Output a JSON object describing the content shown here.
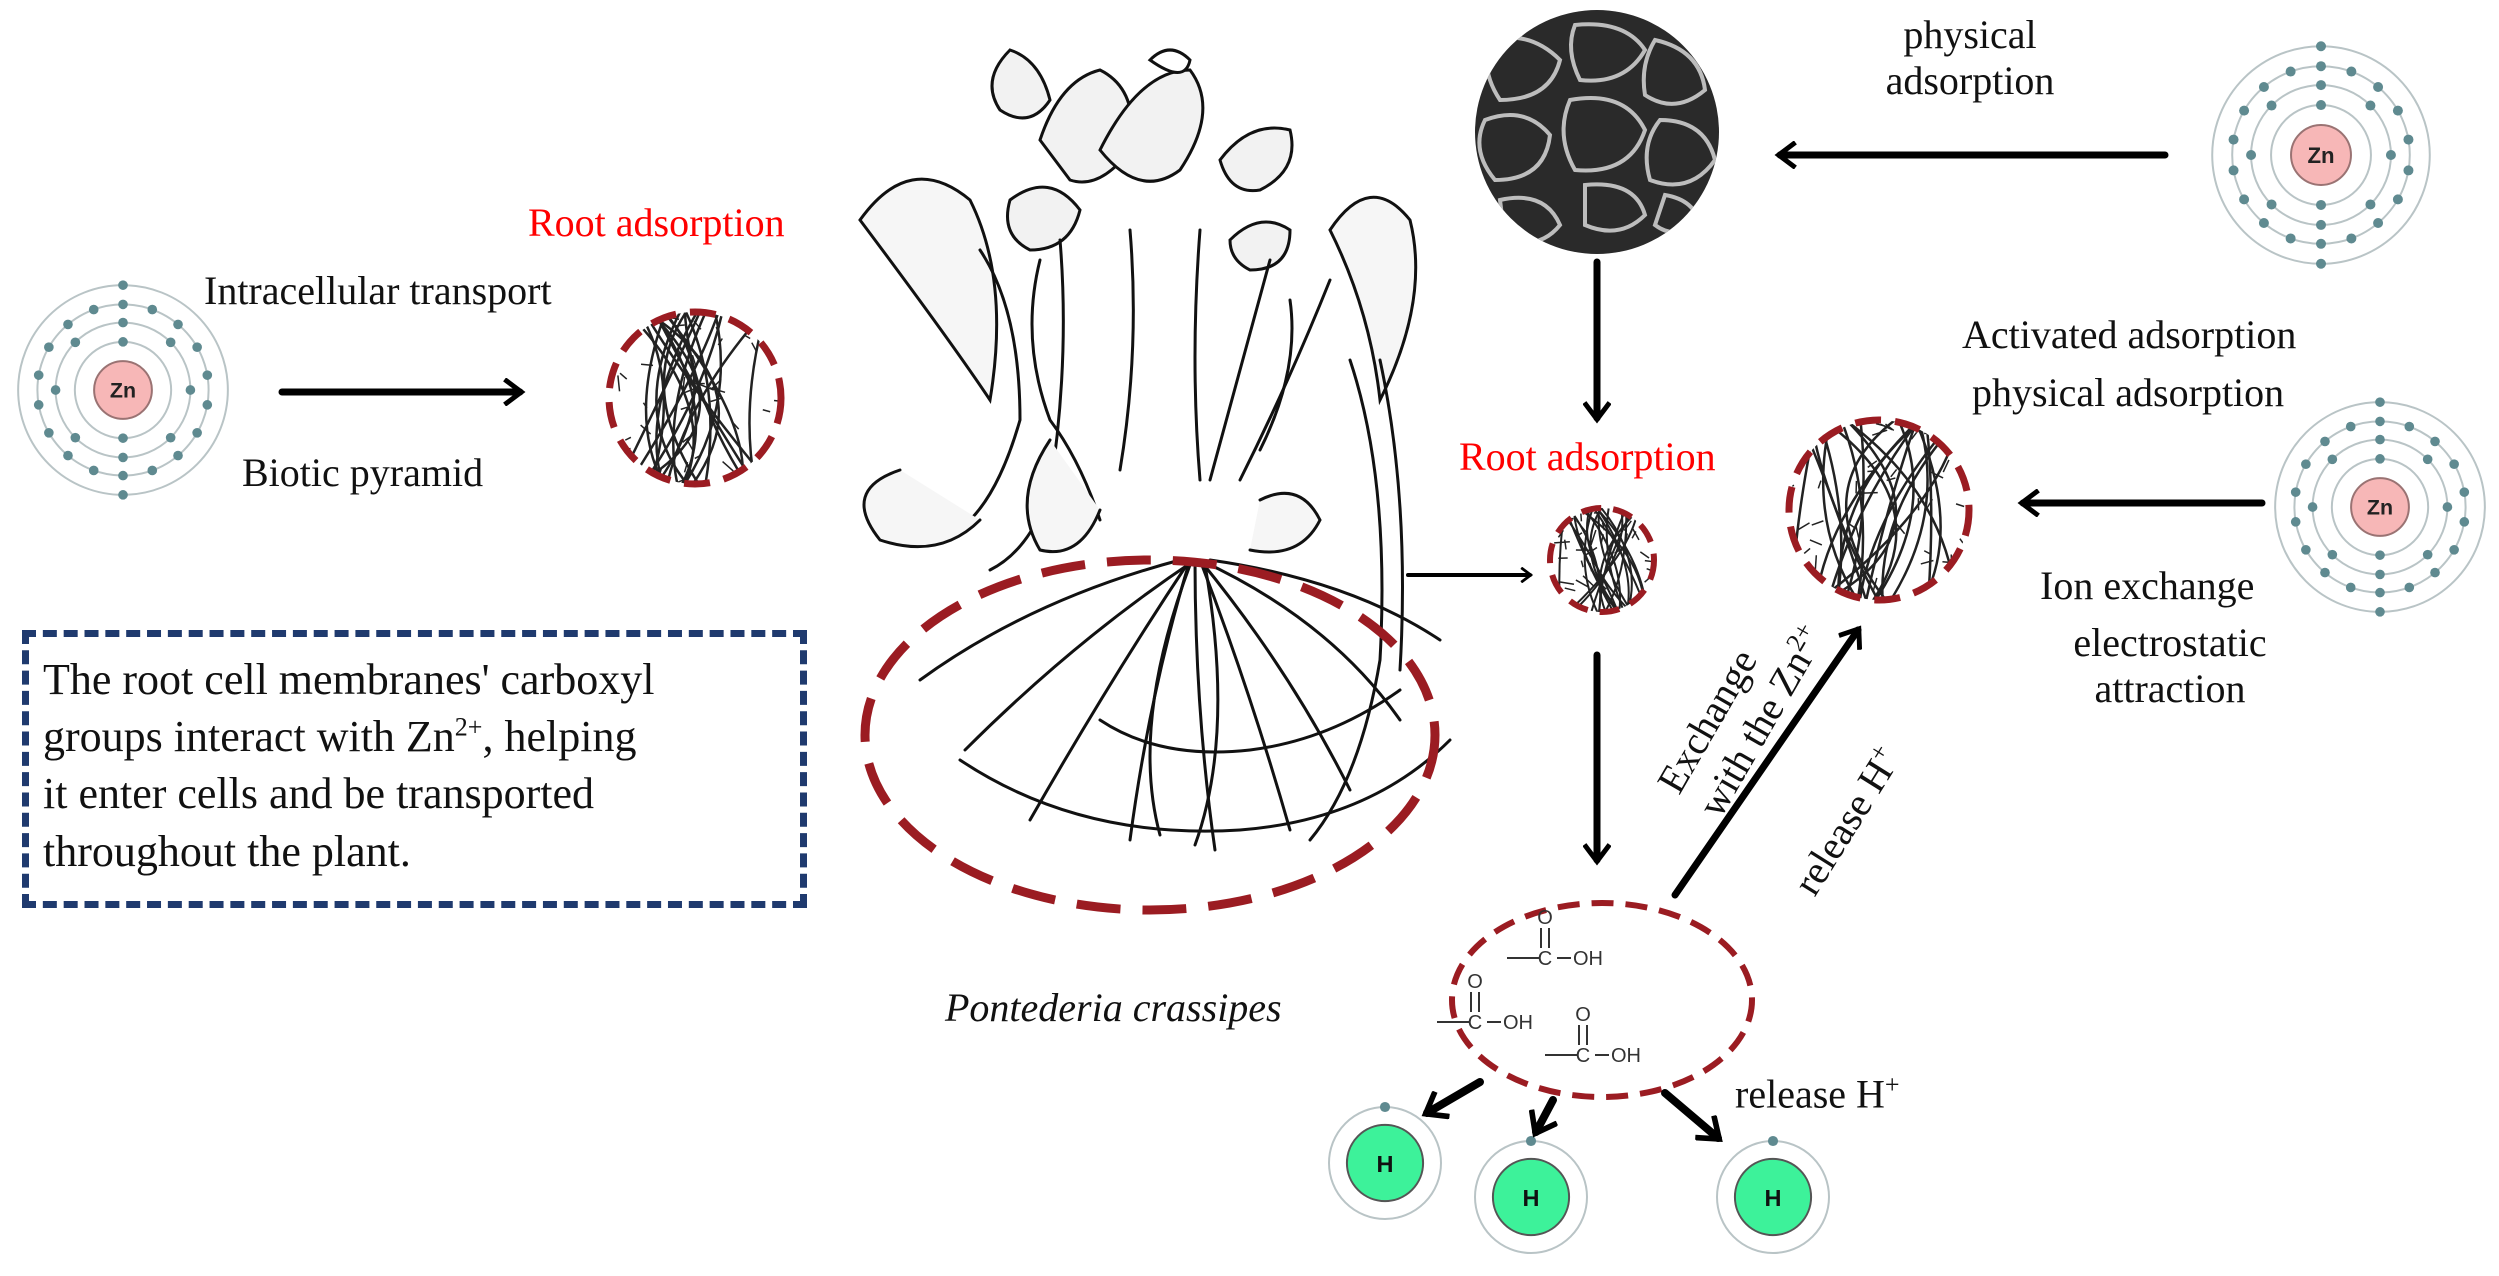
{
  "labels": {
    "root_adsorption_left": "Root adsorption",
    "intracellular_transport": "Intracellular transport",
    "biotic_pyramid": "Biotic pyramid",
    "physical_adsorption_top_line1": "physical",
    "physical_adsorption_top_line2": "adsorption",
    "activated_adsorption": "Activated adsorption",
    "physical_adsorption_right": "physical adsorption",
    "root_adsorption_center": "Root adsorption",
    "ion_exchange": "Ion exchange",
    "electrostatic_attraction_line1": "electrostatic",
    "electrostatic_attraction_line2": "attraction",
    "exchange_line1": "Exchange",
    "exchange_line2_prefix": "with the Zn",
    "exchange_line2_sup": "2+",
    "release_h_diag_prefix": "release H",
    "release_h_diag_sup": "+",
    "release_h_bottom_prefix": "release H",
    "release_h_bottom_sup": "+",
    "species": "Pontederia crassipes"
  },
  "info_box": {
    "line1": "The root cell membranes' carboxyl",
    "line2_prefix": "groups interact with Zn",
    "line2_sup": "2+",
    "line2_suffix": ", helping",
    "line3": "it enter cells and be transported",
    "line4": "throughout the plant."
  },
  "atoms": {
    "zinc_symbol": "Zn",
    "hydrogen_symbol": "H"
  },
  "carboxyl": {
    "carbon": "C",
    "oxygen": "O",
    "hydroxyl": "OH"
  },
  "colors": {
    "zinc_nucleus": "#f7b7b7",
    "hydrogen_nucleus": "#3df29a",
    "electron": "#5f8a90",
    "dashed_circle": "#9b1c22",
    "info_border": "#1f3a6e",
    "red_label": "#ff0000"
  }
}
